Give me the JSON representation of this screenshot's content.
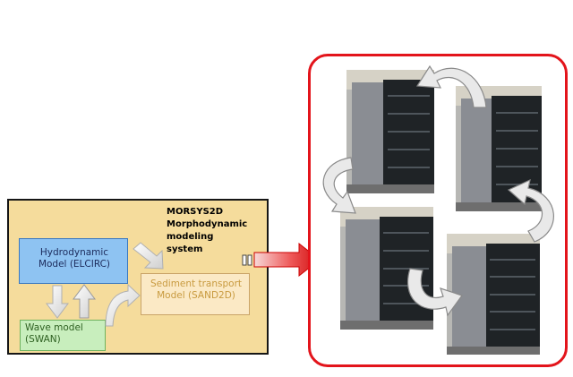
{
  "system_title": {
    "line1": "MORSYS2D",
    "line2": "Morphodynamic",
    "line3": "modeling",
    "line4": "system"
  },
  "boxes": {
    "hydro": {
      "line1": "Hydrodynamic",
      "line2": "Model (ELCIRC)"
    },
    "sediment": {
      "line1": "Sediment transport",
      "line2": "Model (SAND2D)"
    },
    "wave": {
      "line1": "Wave model",
      "line2": "(SWAN)"
    }
  },
  "colors": {
    "outer_fill": "#f5dc9c",
    "hydro_fill": "#8ec3f2",
    "sediment_fill": "#fbe9c5",
    "wave_fill": "#c8eebd",
    "frame_red": "#e3141b"
  }
}
